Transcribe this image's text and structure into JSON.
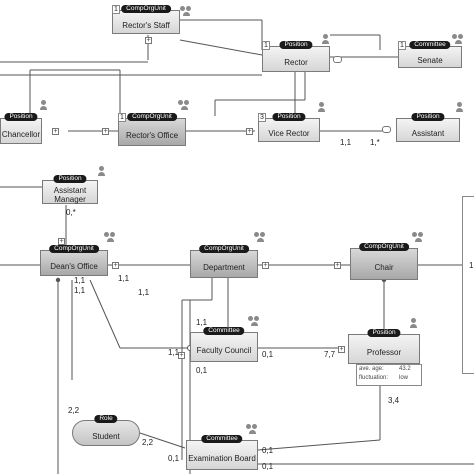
{
  "nodes": {
    "rectors_staff": {
      "tag": "CompOrgUnit",
      "label": "Rector's Staff",
      "badge": "1"
    },
    "rector": {
      "tag": "Position",
      "label": "Rector",
      "badge": "1"
    },
    "senate": {
      "tag": "Committee",
      "label": "Senate",
      "badge": "1"
    },
    "chancellor": {
      "tag": "Position",
      "label": "Chancellor"
    },
    "rectors_office": {
      "tag": "CompOrgUnit",
      "label": "Rector's Office",
      "badge": "1"
    },
    "vice_rector": {
      "tag": "Position",
      "label": "Vice Rector",
      "badge": "3"
    },
    "assistant": {
      "tag": "Position",
      "label": "Assistant"
    },
    "assistant_manager": {
      "tag": "Position",
      "label": "Assistant Manager"
    },
    "deans_office": {
      "tag": "CompOrgUnit",
      "label": "Dean's Office"
    },
    "department": {
      "tag": "CompOrgUnit",
      "label": "Department"
    },
    "chair": {
      "tag": "CompOrgUnit",
      "label": "Chair"
    },
    "faculty_council": {
      "tag": "Committee",
      "label": "Faculty Council"
    },
    "professor": {
      "tag": "Position",
      "label": "Professor"
    },
    "student": {
      "tag": "Role",
      "label": "Student"
    },
    "examination_board": {
      "tag": "Committee",
      "label": "Examination Board"
    }
  },
  "professor_stats": {
    "row1_label": "ave. age:",
    "row1_value": "43.2",
    "row2_label": "fluctuation:",
    "row2_value": "low"
  },
  "multiplicities": {
    "vr_1": "1,1",
    "vr_2": "1,*",
    "am_1": "0,*",
    "do_1": "1,1",
    "do_2": "1,1",
    "do_3": "1,1",
    "dep_1": "1,1",
    "dep_2": "1,1",
    "fc_1": "1,1",
    "fc_2": "0,1",
    "fc_3": "0,1",
    "prof_1": "7,7",
    "prof_2": "3,4",
    "st_1": "2,2",
    "st_2": "2,2",
    "eb_1": "0,1",
    "eb_2": "0,1",
    "eb_3": "0,1",
    "right_1": "1"
  }
}
